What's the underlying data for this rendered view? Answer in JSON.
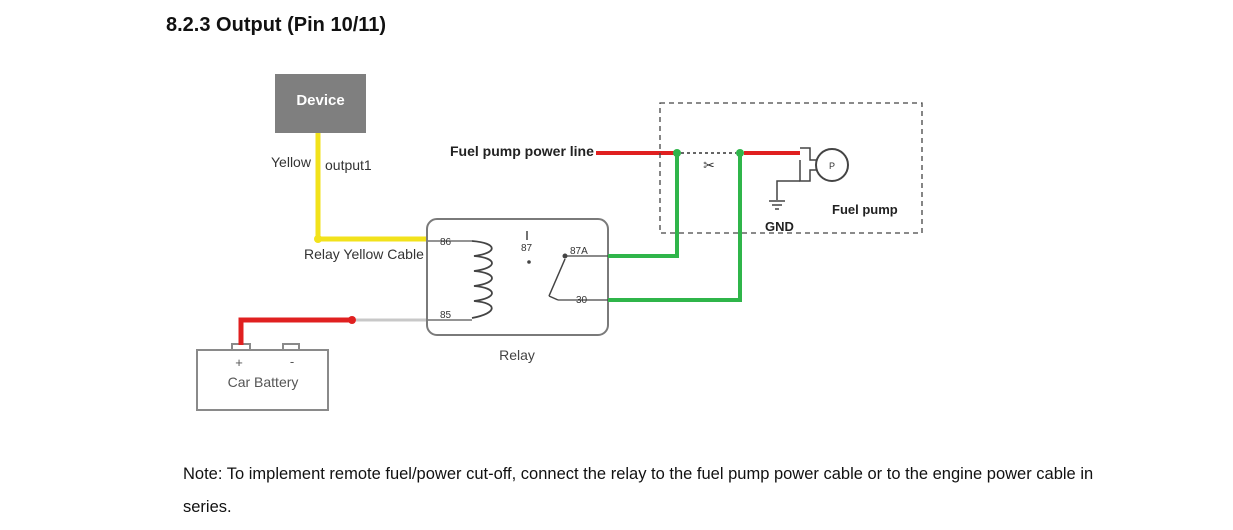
{
  "heading": "8.2.3 Output (Pin 10/11)",
  "diagram": {
    "device_label": "Device",
    "yellow_label": "Yellow",
    "output_label": "output1",
    "relay_cable_label": "Relay Yellow Cable",
    "fuel_line_label": "Fuel pump power line",
    "relay_label": "Relay",
    "pin_86": "86",
    "pin_85": "85",
    "pin_87": "87",
    "pin_87a": "87A",
    "pin_30": "30",
    "battery_plus": "+",
    "battery_minus": "-",
    "battery_label": "Car Battery",
    "gnd_label": "GND",
    "pump_symbol": "P",
    "fuel_pump_label": "Fuel pump",
    "colors": {
      "yellow_wire": "#f2e21b",
      "red_wire": "#e02020",
      "green_wire": "#2fb54a",
      "device_box": "#7f7f7f"
    }
  },
  "note": {
    "line1": "Note: To implement remote fuel/power cut-off, connect the relay to the fuel pump power cable or to the engine power cable in",
    "line2": "series."
  }
}
